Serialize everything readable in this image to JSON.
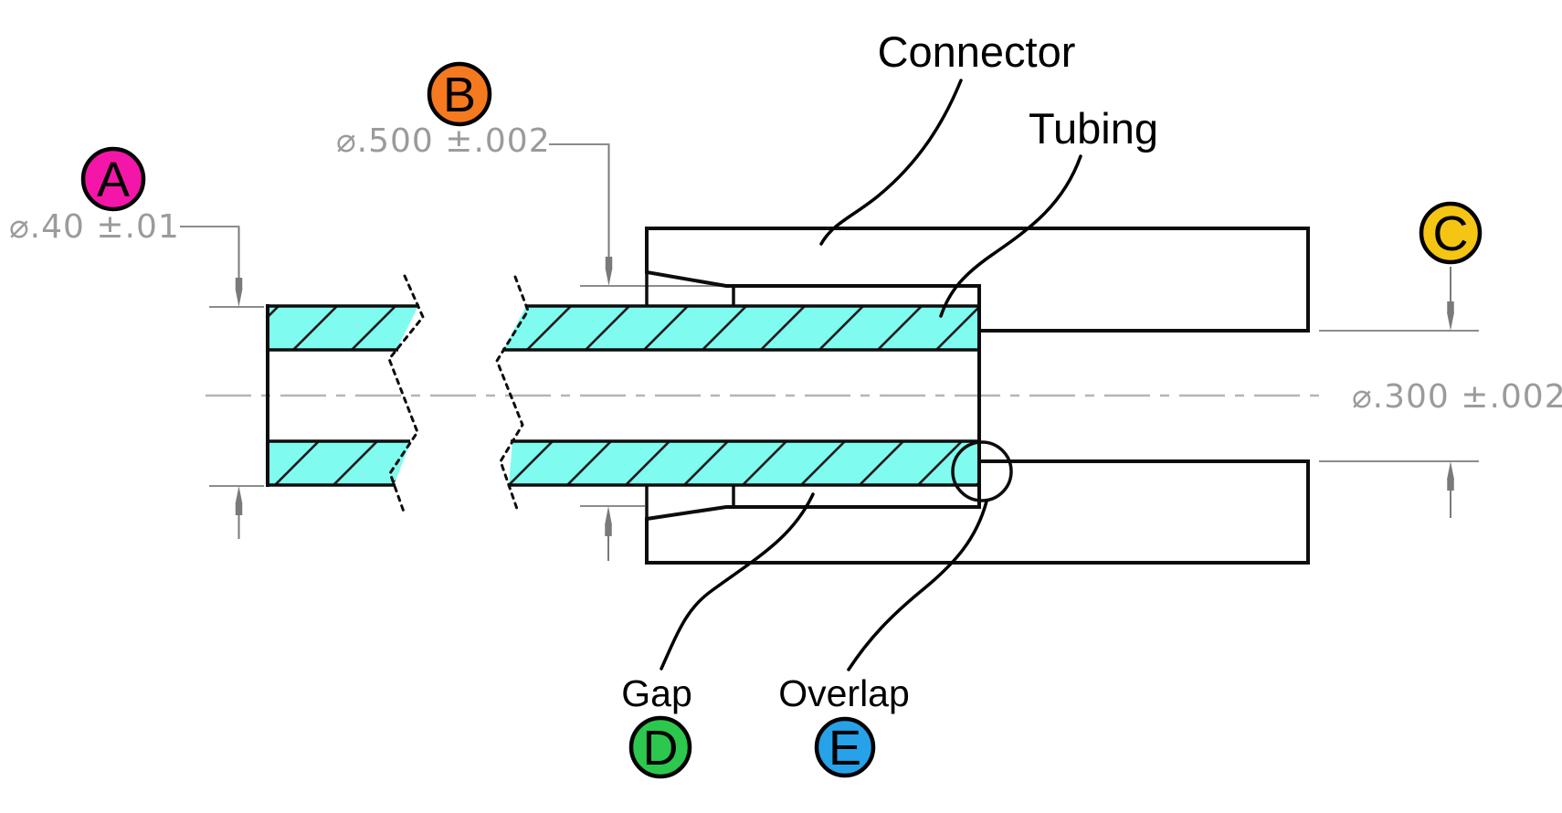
{
  "drawing": {
    "labels": {
      "connector": "Connector",
      "tubing": "Tubing",
      "gap": "Gap",
      "overlap": "Overlap"
    },
    "dimensions": {
      "a": {
        "text": "⌀.40 ±.01"
      },
      "b": {
        "text": "⌀.500 ±.002"
      },
      "c": {
        "text": "⌀.300 ±.002"
      }
    },
    "balloons": {
      "a": {
        "letter": "A",
        "color": "#F316A8"
      },
      "b": {
        "letter": "B",
        "color": "#F5791E"
      },
      "c": {
        "letter": "C",
        "color": "#F5C513"
      },
      "d": {
        "letter": "D",
        "color": "#2CC84D"
      },
      "e": {
        "letter": "E",
        "color": "#27A2E9"
      }
    },
    "colors": {
      "tubing_fill": "#80FBEF",
      "connector_fill": "#C5C5C5"
    }
  }
}
